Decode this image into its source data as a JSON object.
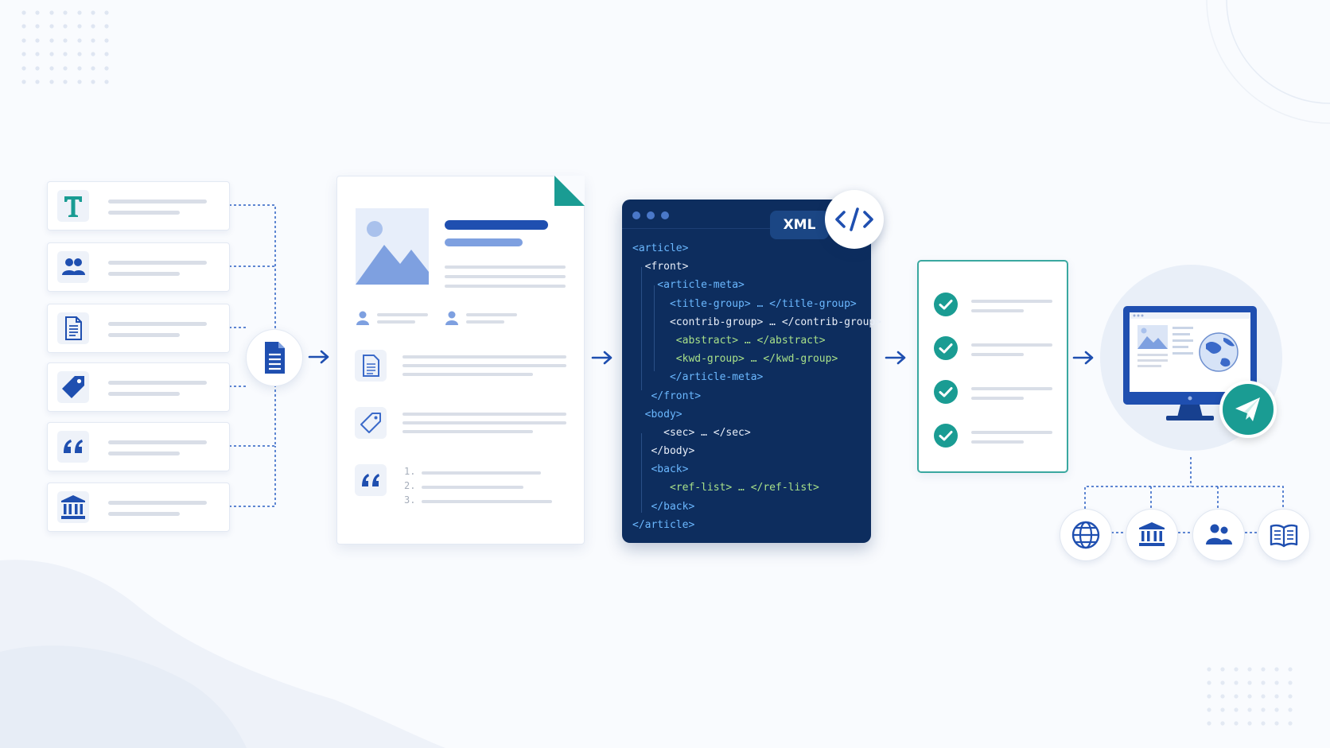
{
  "xml": {
    "badge": "XML",
    "lines": [
      {
        "text": "<article>",
        "color": "tag"
      },
      {
        "text": "  <front>",
        "color": "plain"
      },
      {
        "text": "    <article-meta>",
        "color": "tag"
      },
      {
        "text": "      <title-group> … </title-group>",
        "color": "tag"
      },
      {
        "text": "      <contrib-group> … </contrib-group>",
        "color": "plain"
      },
      {
        "text": "       <abstract> … </abstract>",
        "color": "green"
      },
      {
        "text": "       <kwd-group> … </kwd-group>",
        "color": "green"
      },
      {
        "text": "      </article-meta>",
        "color": "tag"
      },
      {
        "text": "   </front>",
        "color": "tag"
      },
      {
        "text": "  <body>",
        "color": "tag"
      },
      {
        "text": "     <sec> … </sec>",
        "color": "plain"
      },
      {
        "text": "   </body>",
        "color": "plain"
      },
      {
        "text": "   <back>",
        "color": "tag"
      },
      {
        "text": "      <ref-list> … </ref-list>",
        "color": "green"
      },
      {
        "text": "   </back>",
        "color": "tag"
      },
      {
        "text": "</article>",
        "color": "tag"
      }
    ]
  },
  "document": {
    "reference_numbers": [
      "1.",
      "2.",
      "3."
    ]
  },
  "source_icons": [
    "text-icon",
    "authors-icon",
    "document-icon",
    "tag-icon",
    "quote-icon",
    "institution-icon"
  ],
  "channel_icons": [
    "globe-icon",
    "institution-icon",
    "users-icon",
    "book-icon"
  ],
  "colors": {
    "primary_blue": "#1f4fb0",
    "navy": "#0d2d5e",
    "teal": "#1a9c93",
    "code_tag": "#6bb8ff",
    "code_green": "#a8e089"
  }
}
